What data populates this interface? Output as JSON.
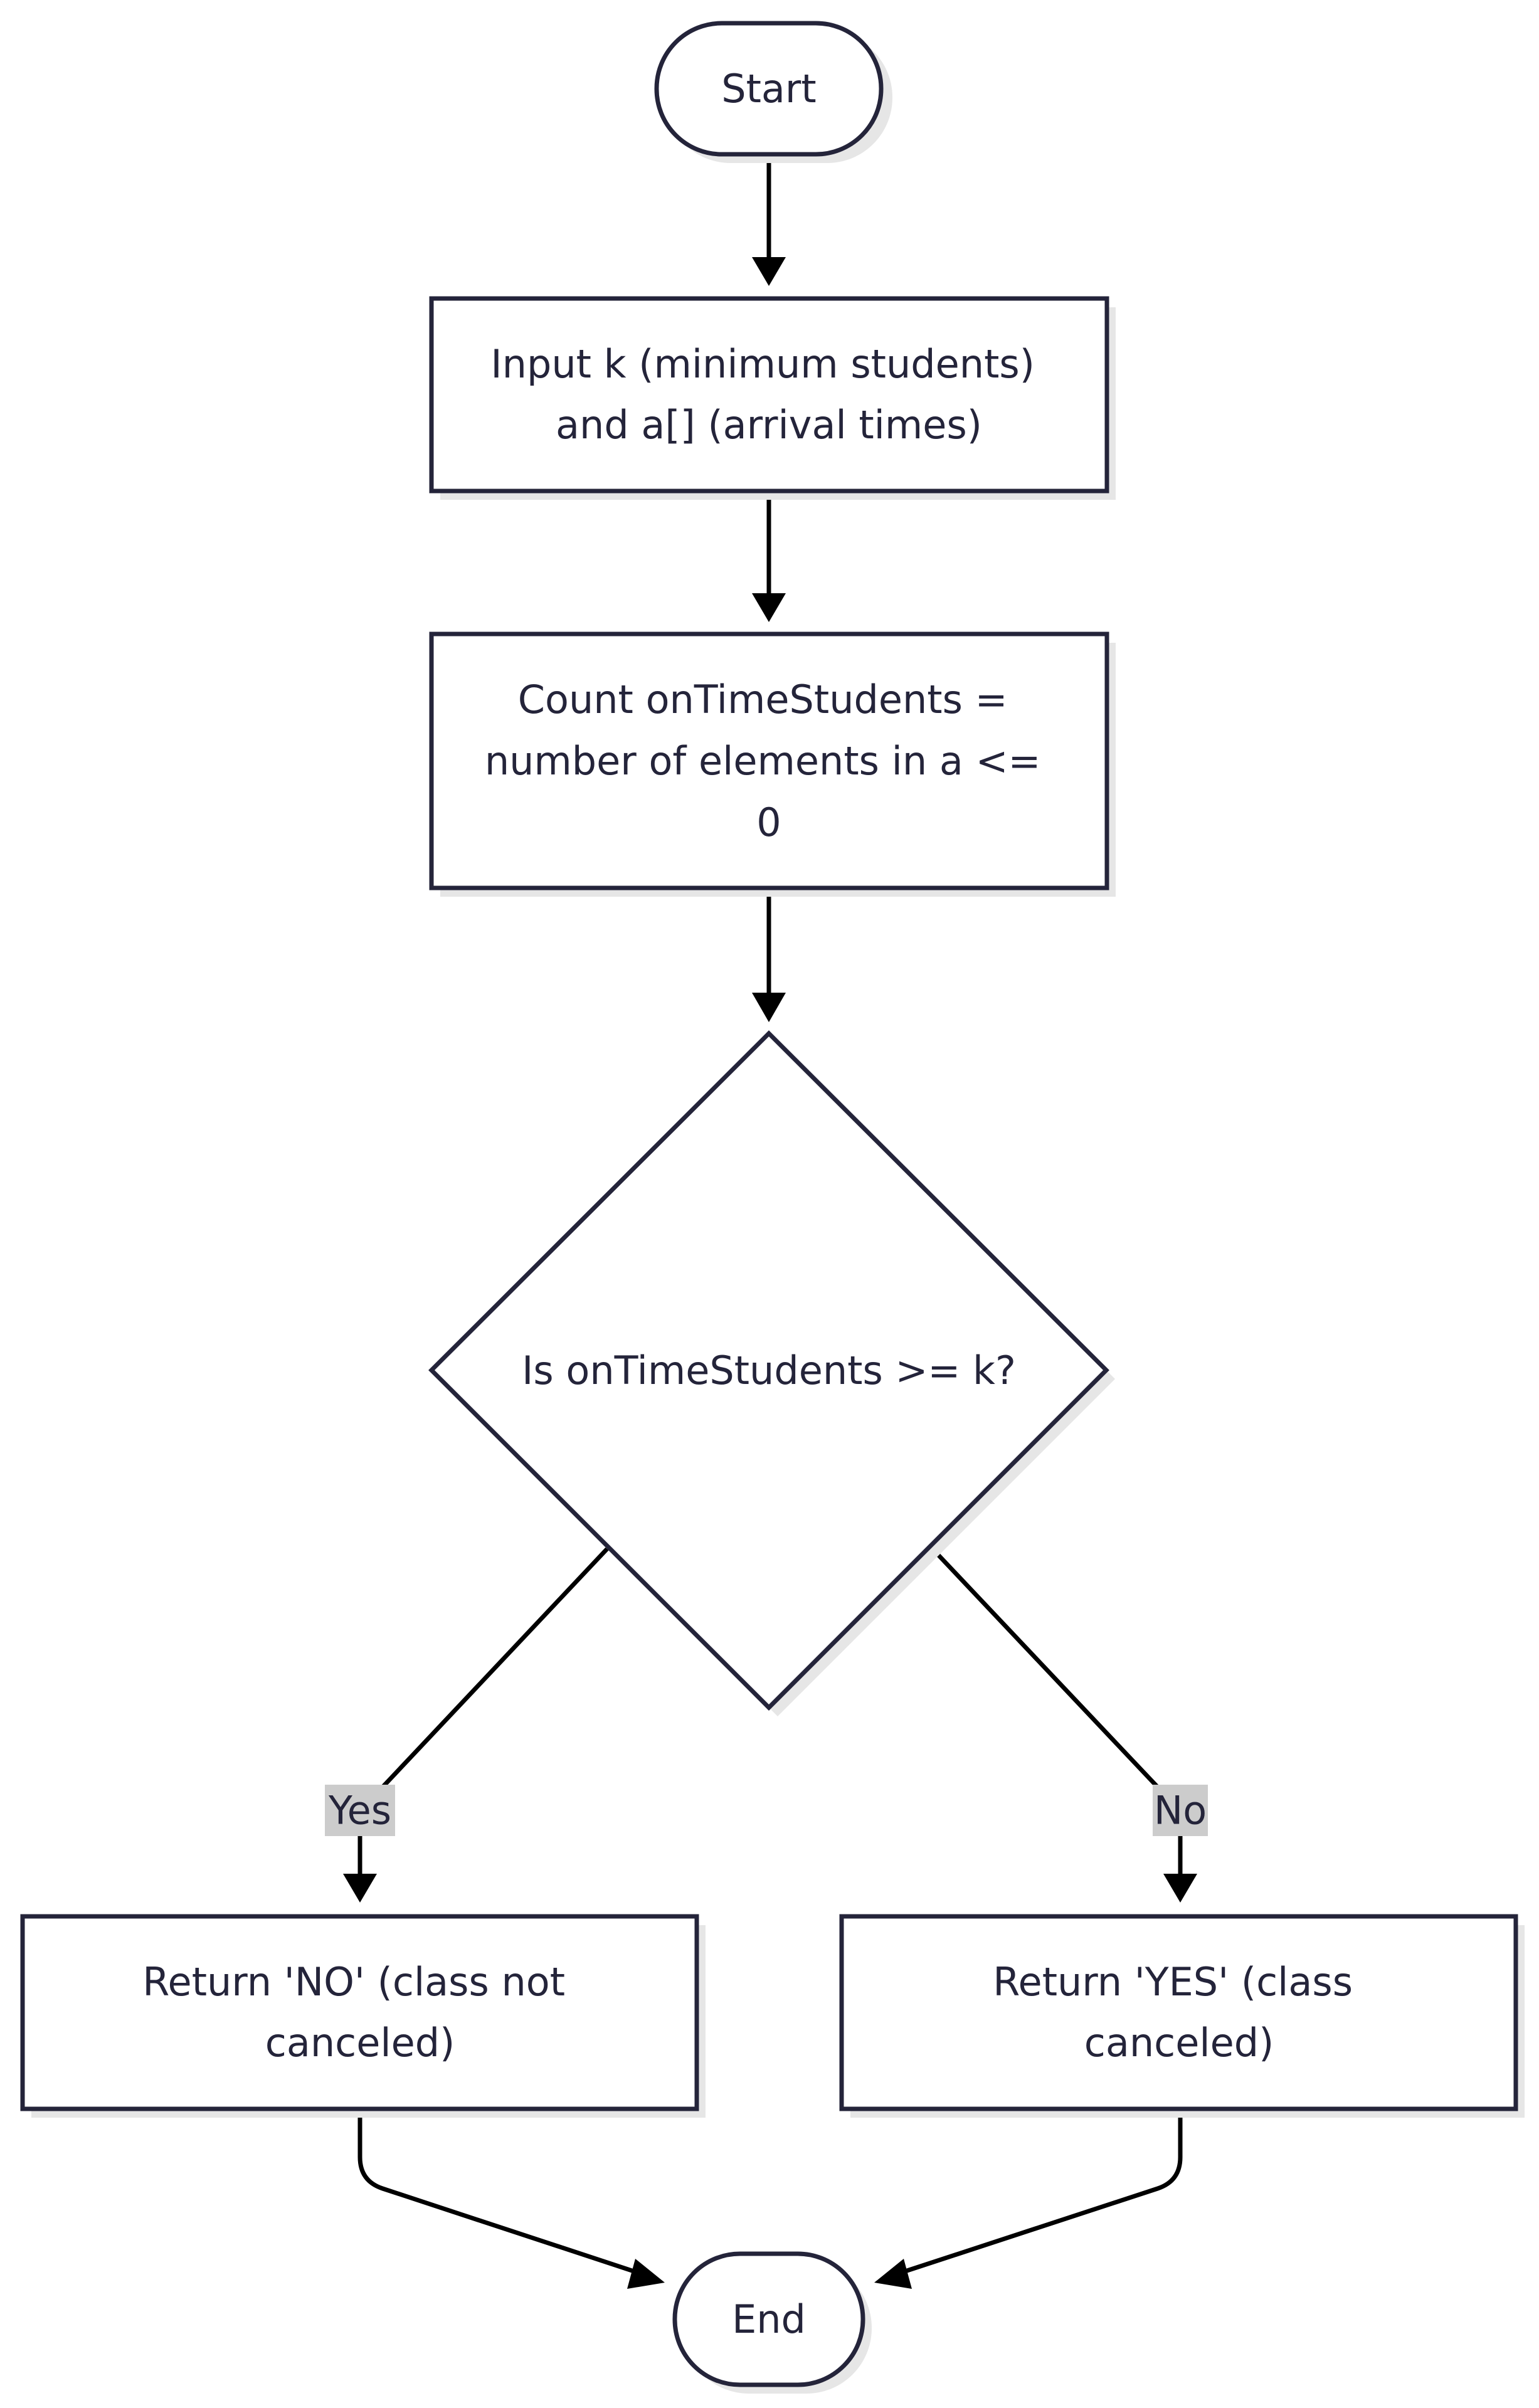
{
  "diagram": {
    "type": "flowchart",
    "colors": {
      "node_stroke": "#24243a",
      "node_fill": "#ffffff",
      "text": "#24243a",
      "edge": "#000000",
      "label_background": "#cccccc",
      "shadow": "#e6e6e6"
    },
    "nodes": {
      "start": {
        "shape": "terminal",
        "lines": [
          "Start"
        ]
      },
      "input": {
        "shape": "process",
        "lines": [
          "Input k (minimum students)",
          "and a[] (arrival times)"
        ]
      },
      "count": {
        "shape": "process",
        "lines": [
          "Count onTimeStudents =",
          "number of elements in a <=",
          "0"
        ]
      },
      "decision": {
        "shape": "decision",
        "lines": [
          "Is onTimeStudents >= k?"
        ]
      },
      "return_no": {
        "shape": "process",
        "lines": [
          "Return 'NO' (class not",
          "canceled)"
        ]
      },
      "return_yes": {
        "shape": "process",
        "lines": [
          "Return 'YES' (class",
          "canceled)"
        ]
      },
      "end": {
        "shape": "terminal",
        "lines": [
          "End"
        ]
      }
    },
    "edges": [
      {
        "from": "start",
        "to": "input",
        "label": ""
      },
      {
        "from": "input",
        "to": "count",
        "label": ""
      },
      {
        "from": "count",
        "to": "decision",
        "label": ""
      },
      {
        "from": "decision",
        "to": "return_no",
        "label": "Yes"
      },
      {
        "from": "decision",
        "to": "return_yes",
        "label": "No"
      },
      {
        "from": "return_no",
        "to": "end",
        "label": ""
      },
      {
        "from": "return_yes",
        "to": "end",
        "label": ""
      }
    ]
  }
}
